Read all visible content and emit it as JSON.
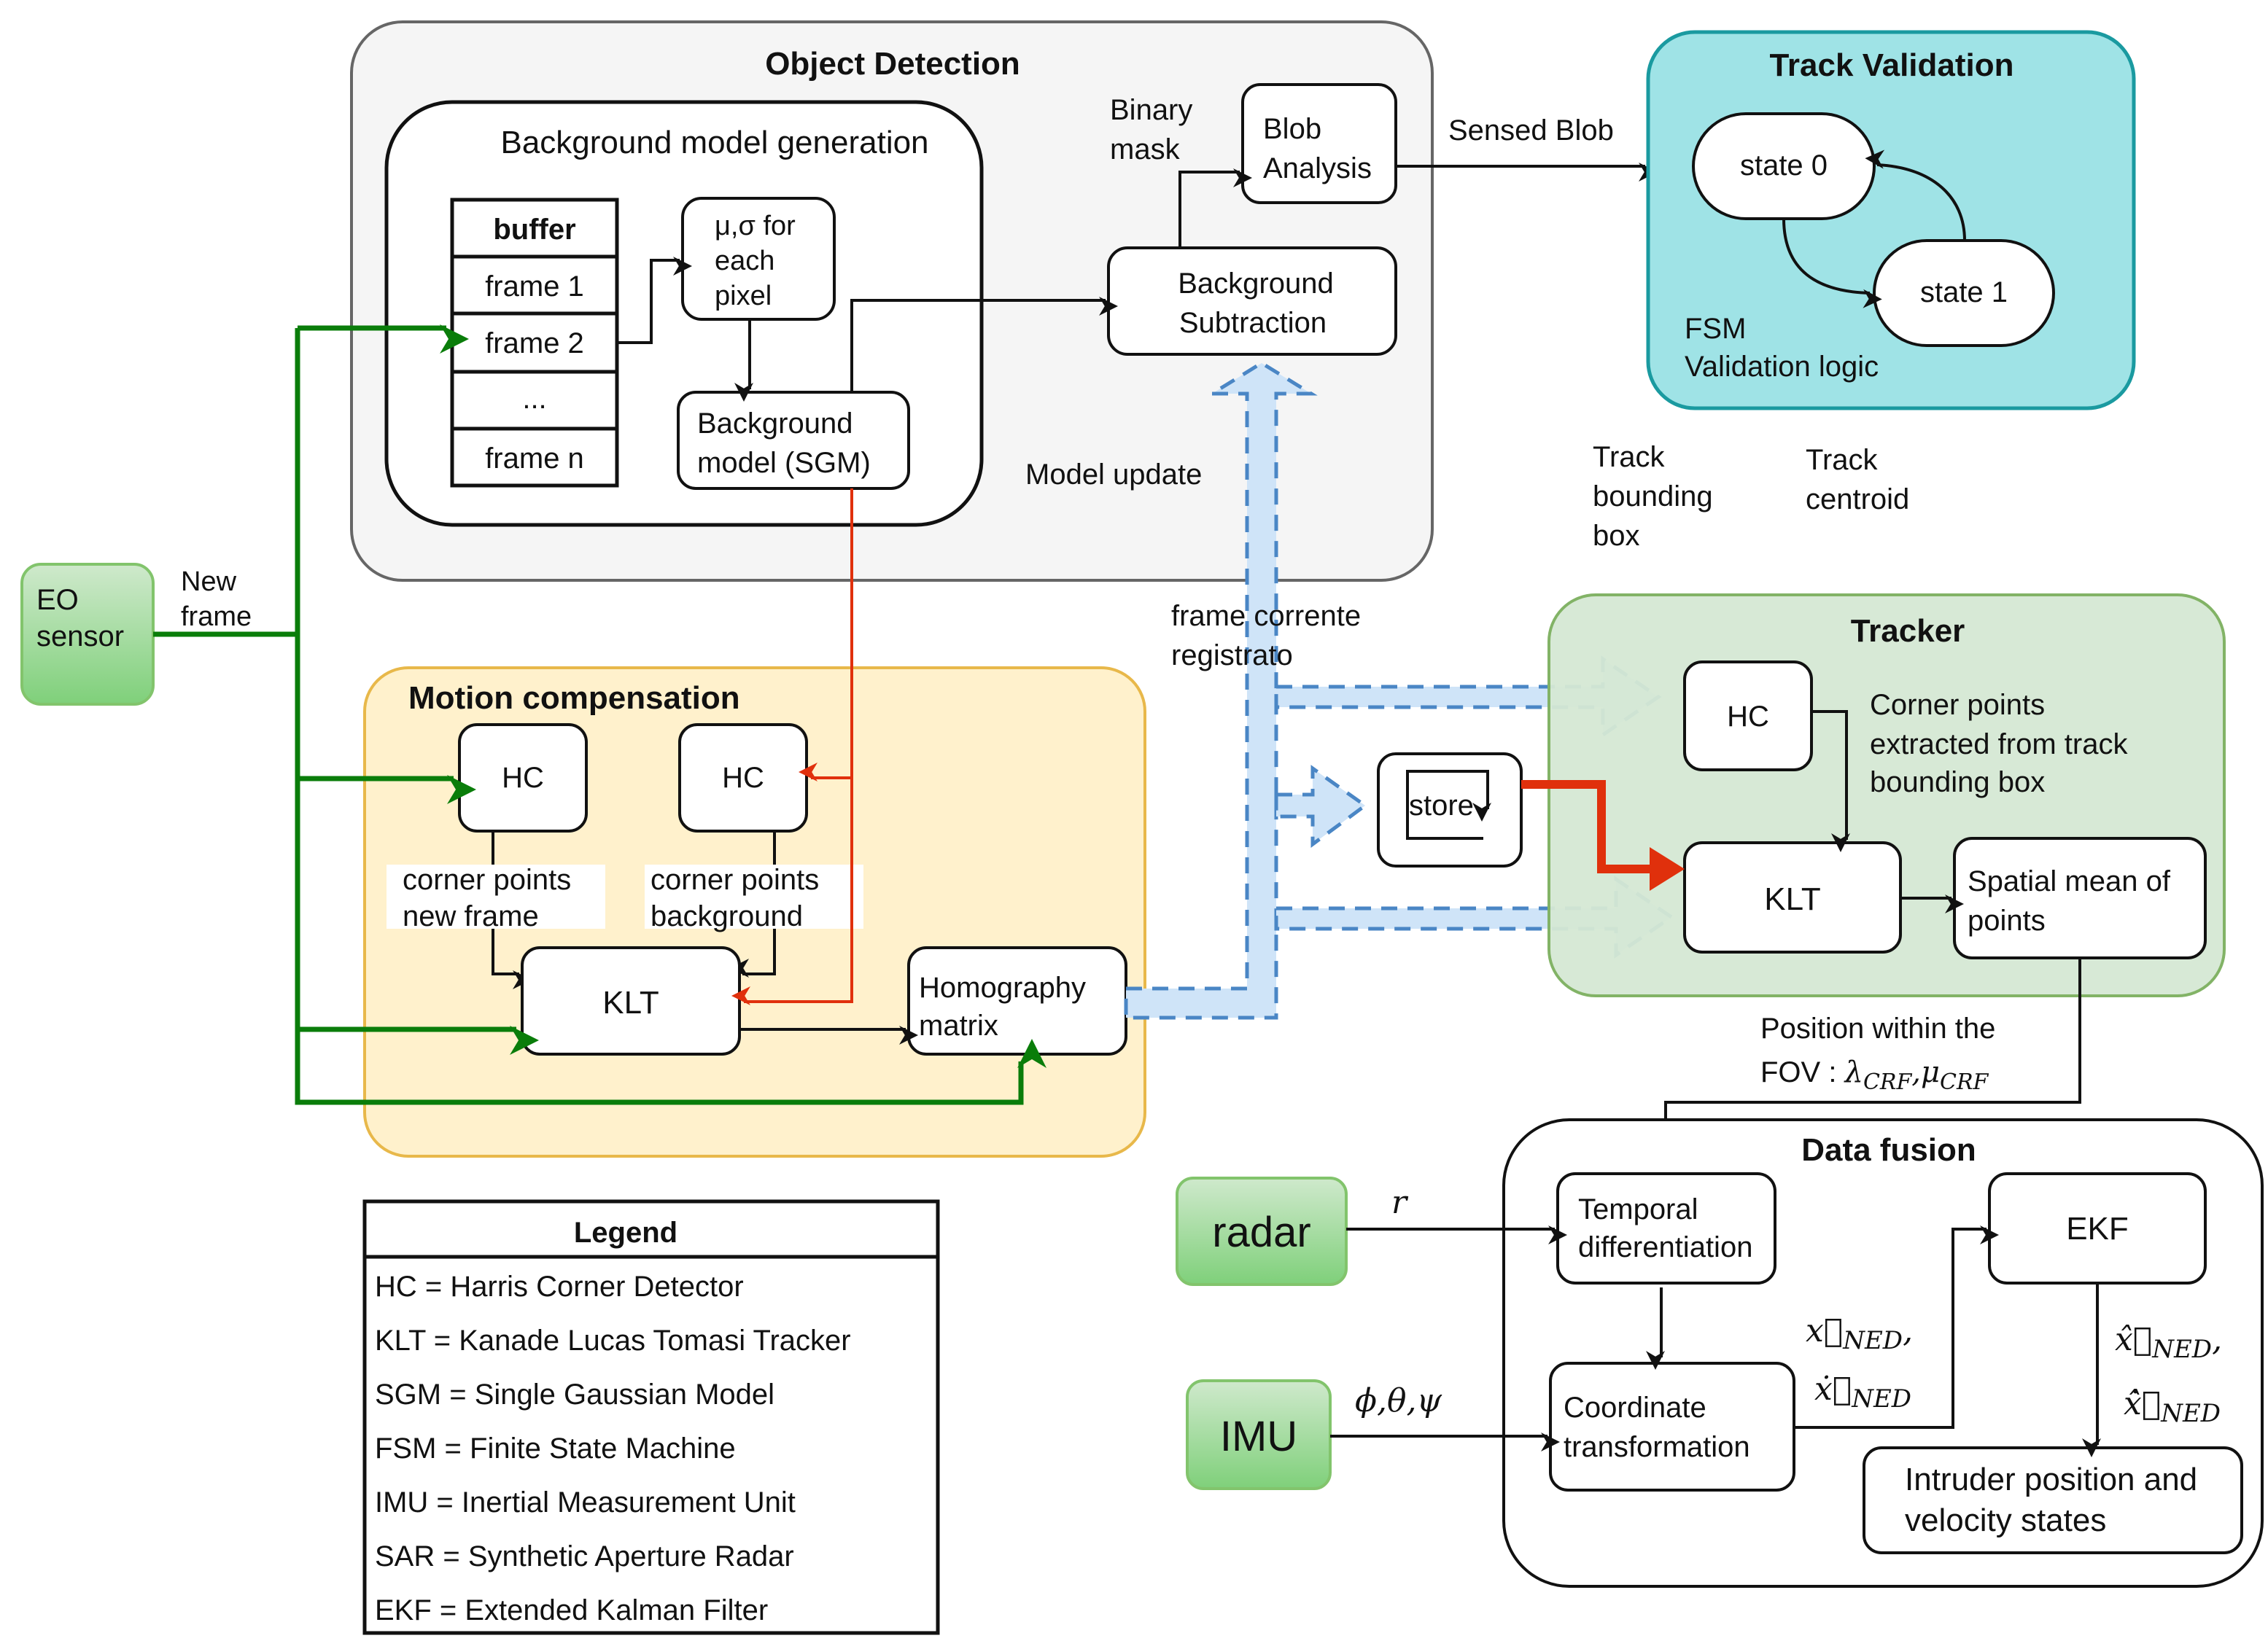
{
  "object_detection": {
    "title": "Object Detection",
    "bg_model_generation": "Background model generation",
    "buffer": {
      "header": "buffer",
      "rows": [
        "frame 1",
        "frame 2",
        "...",
        "frame n"
      ]
    },
    "mu_sigma": [
      "μ,σ for",
      "each",
      "pixel"
    ],
    "bg_model": [
      "Background",
      "model (SGM)"
    ],
    "bg_subtraction": [
      "Background",
      "Subtraction"
    ],
    "blob_analysis": [
      "Blob",
      "Analysis"
    ],
    "binary_mask": [
      "Binary",
      "mask"
    ],
    "model_update": "Model update"
  },
  "sensed_blob": "Sensed Blob",
  "track_validation": {
    "title": "Track Validation",
    "state0": "state 0",
    "state1": "state 1",
    "fsm_label": [
      "FSM",
      "Validation logic"
    ]
  },
  "track_bbox_label": [
    "Track",
    "bounding",
    "box"
  ],
  "track_centroid_label": [
    "Track",
    "centroid"
  ],
  "eo_sensor": [
    "EO",
    "sensor"
  ],
  "new_frame": [
    "New",
    "frame"
  ],
  "frame_corrente": [
    "frame corrente",
    "registrato"
  ],
  "motion_compensation": {
    "title": "Motion compensation",
    "hc1": "HC",
    "hc2": "HC",
    "corner_new": [
      "corner points",
      "new frame"
    ],
    "corner_bg": [
      "corner points",
      "background"
    ],
    "klt": "KLT",
    "homography": [
      "Homography",
      "matrix"
    ]
  },
  "tracker": {
    "title": "Tracker",
    "hc": "HC",
    "corner_label": [
      "Corner points",
      "extracted from track",
      "bounding box"
    ],
    "store": "store",
    "klt": "KLT",
    "spatial_mean": [
      "Spatial mean of",
      "points"
    ]
  },
  "position_fov": {
    "line1": "Position within the",
    "line2_prefix": "FOV : ",
    "lambda": "λ",
    "mu": "μ",
    "sub": "CRF"
  },
  "data_fusion": {
    "title": "Data fusion",
    "temporal": [
      "Temporal",
      "differentiation"
    ],
    "coordinate": [
      "Coordinate",
      "transformation"
    ],
    "ekf": "EKF",
    "intruder": [
      "Intruder position and",
      "velocity states"
    ],
    "radar": "radar",
    "imu": "IMU",
    "r_label": "r",
    "angles_label": "ϕ,θ,ψ",
    "x_ned": "x⃗",
    "x_ned_dot": "ẋ⃗",
    "x_hat": "x̂⃗",
    "x_hat_dot": "ẋ̂⃗",
    "ned_sub": "NED"
  },
  "legend": {
    "title": "Legend",
    "items": [
      "HC = Harris Corner Detector",
      "KLT =  Kanade Lucas Tomasi Tracker",
      "SGM = Single Gaussian Model",
      "FSM = Finite State Machine",
      "IMU = Inertial Measurement Unit",
      "SAR = Synthetic Aperture Radar",
      "EKF = Extended Kalman Filter"
    ]
  },
  "colors": {
    "green_flow": "#0a7d0a",
    "red_flow": "#e0300c",
    "blue_band": "#cfe4f8",
    "blue_dash": "#4a86c5",
    "track_validation_fill": "#9fe3e6",
    "tracker_fill": "#d5e8d4",
    "motion_fill": "#fff1cc",
    "object_detection_fill": "#f5f5f5"
  }
}
